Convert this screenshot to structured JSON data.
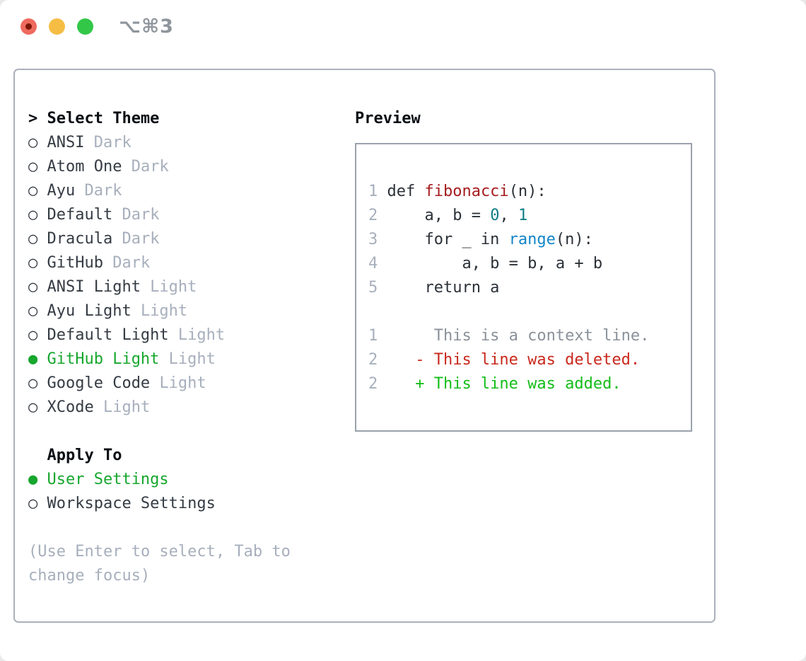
{
  "window": {
    "title": "⌥⌘3"
  },
  "titlebar": {
    "buttons": [
      "close",
      "minimize",
      "zoom"
    ]
  },
  "icons": {
    "radio_unselected": "○",
    "radio_selected": "●",
    "cursor_prefix": ">",
    "diff_deleted_sign": "-",
    "diff_added_sign": "+"
  },
  "colors": {
    "accent-green": "#17a62e",
    "added-green": "#13bd18",
    "deleted-red": "#c9281c",
    "function-red": "#a61c1e",
    "number-teal": "#0e7c86",
    "builtin-blue": "#1385c8",
    "context-gray": "#8a9199",
    "muted": "#a7afbc",
    "fg": "#2b3138",
    "traffic-red": "#ee6a5e",
    "traffic-yellow": "#f6bd44",
    "traffic-green": "#33c748"
  },
  "theme_panel": {
    "header_prefix": ">",
    "header": "Select Theme",
    "items": [
      {
        "name": "ANSI",
        "tag": "Dark",
        "selected": false
      },
      {
        "name": "Atom One",
        "tag": "Dark",
        "selected": false
      },
      {
        "name": "Ayu",
        "tag": "Dark",
        "selected": false
      },
      {
        "name": "Default",
        "tag": "Dark",
        "selected": false
      },
      {
        "name": "Dracula",
        "tag": "Dark",
        "selected": false
      },
      {
        "name": "GitHub",
        "tag": "Dark",
        "selected": false
      },
      {
        "name": "ANSI Light",
        "tag": "Light",
        "selected": false
      },
      {
        "name": "Ayu Light",
        "tag": "Light",
        "selected": false
      },
      {
        "name": "Default Light",
        "tag": "Light",
        "selected": false
      },
      {
        "name": "GitHub Light",
        "tag": "Light",
        "selected": true
      },
      {
        "name": "Google Code",
        "tag": "Light",
        "selected": false
      },
      {
        "name": "XCode",
        "tag": "Light",
        "selected": false
      }
    ],
    "apply_to": {
      "header": "Apply To",
      "options": [
        {
          "name": "User Settings",
          "selected": true
        },
        {
          "name": "Workspace Settings",
          "selected": false
        }
      ]
    },
    "hint": "(Use Enter to select, Tab to change focus)"
  },
  "preview": {
    "header": "Preview",
    "code_lines": [
      {
        "num": "1",
        "segments": [
          {
            "text": "def ",
            "color": "fg"
          },
          {
            "text": "fibonacci",
            "color": "function"
          },
          {
            "text": "(n):",
            "color": "fg"
          }
        ]
      },
      {
        "num": "2",
        "segments": [
          {
            "text": "    a, b = ",
            "color": "fg"
          },
          {
            "text": "0",
            "color": "number"
          },
          {
            "text": ", ",
            "color": "fg"
          },
          {
            "text": "1",
            "color": "number"
          }
        ]
      },
      {
        "num": "3",
        "segments": [
          {
            "text": "    for _ in ",
            "color": "fg"
          },
          {
            "text": "range",
            "color": "builtin"
          },
          {
            "text": "(n):",
            "color": "fg"
          }
        ]
      },
      {
        "num": "4",
        "segments": [
          {
            "text": "        a, b = b, a + b",
            "color": "fg"
          }
        ]
      },
      {
        "num": "5",
        "segments": [
          {
            "text": "    return a",
            "color": "fg"
          }
        ]
      },
      {
        "num": "",
        "segments": []
      },
      {
        "num": "1",
        "segments": [
          {
            "text": "     This is a context line.",
            "color": "context"
          }
        ]
      },
      {
        "num": "2",
        "segments": [
          {
            "text": "   - This line was deleted.",
            "color": "deleted"
          }
        ]
      },
      {
        "num": "2",
        "segments": [
          {
            "text": "   + This line was added.",
            "color": "added"
          }
        ]
      }
    ]
  }
}
